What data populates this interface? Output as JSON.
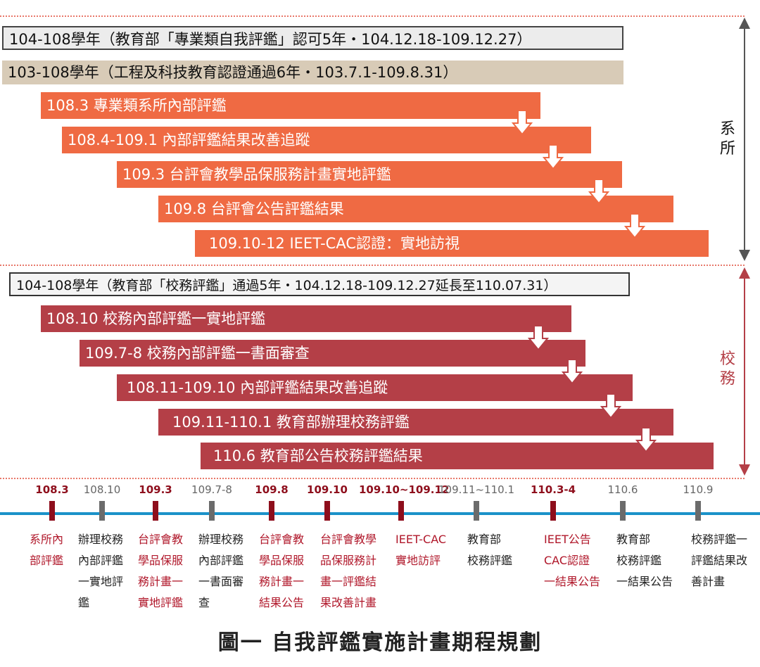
{
  "dept_headers": [
    "104-108學年（教育部「專業類自我評鑑」認可5年・104.12.18-109.12.27）",
    "103-108學年（工程及科技教育認證通過6年・103.7.1-109.8.31）"
  ],
  "dept_bars": [
    "108.3 專業類系所內部評鑑",
    "108.4-109.1 內部評鑑結果改善追蹤",
    "109.3 台評會教學品保服務計畫實地評鑑",
    "109.8 台評會公告評鑑結果",
    "109.10-12 IEET-CAC認證：實地訪視"
  ],
  "dept_side_label": "系所",
  "school_header": "104-108學年（教育部「校務評鑑」通過5年・104.12.18-109.12.27延長至110.07.31）",
  "school_bars": [
    "108.10 校務內部評鑑一實地評鑑",
    "109.7-8 校務內部評鑑一書面審查",
    "108.11-109.10 內部評鑑結果改善追蹤",
    "109.11-110.1 教育部辦理校務評鑑",
    "110.6 教育部公告校務評鑑結果"
  ],
  "school_side_label": "校務",
  "colors": {
    "dept_bar": "#ef6a43",
    "school_bar": "#b43f47",
    "timeline": "#1b92c9",
    "dept_highlight": "#8e0e1c"
  },
  "timeline": [
    {
      "date": "108.3",
      "lines": [
        "系所內",
        "部評鑑"
      ]
    },
    {
      "date": "108.10",
      "lines": [
        "辦理校務",
        "內部評鑑",
        "一實地評",
        "鑑"
      ]
    },
    {
      "date": "109.3",
      "lines": [
        "台評會教",
        "學品保服",
        "務計畫一",
        "實地評鑑"
      ]
    },
    {
      "date": "109.7-8",
      "lines": [
        "辦理校務",
        "內部評鑑",
        "一書面審",
        "查"
      ]
    },
    {
      "date": "109.8",
      "lines": [
        "台評會教",
        "學品保服",
        "務計畫一",
        "結果公告"
      ]
    },
    {
      "date": "109.10",
      "lines": [
        "台評會教學",
        "品保服務計",
        "畫一評鑑結",
        "果改善計畫"
      ]
    },
    {
      "date": "109.10~109.12",
      "lines": [
        "IEET-CAC",
        "實地訪評"
      ]
    },
    {
      "date": "109.11~110.1",
      "lines": [
        "教育部",
        "校務評鑑"
      ]
    },
    {
      "date": "110.3-4",
      "lines": [
        "IEET公告",
        "CAC認證",
        "一結果公告"
      ]
    },
    {
      "date": "110.6",
      "lines": [
        "教育部",
        "校務評鑑",
        "一結果公告"
      ]
    },
    {
      "date": "110.9",
      "lines": [
        "校務評鑑一",
        "評鑑結果改",
        "善計畫"
      ]
    }
  ],
  "caption": "圖一  自我評鑑實施計畫期程規劃"
}
